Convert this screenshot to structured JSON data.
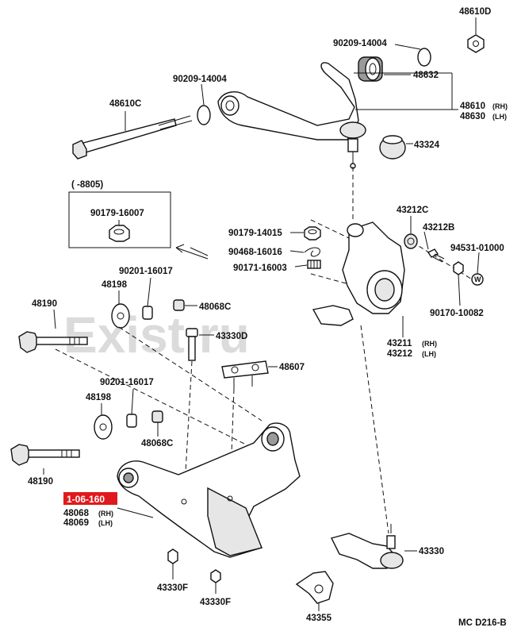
{
  "watermark": "Exist.ru",
  "footer_code": "MC  D216-B",
  "inset": {
    "range": "(     -8805)",
    "part": "90179-16007"
  },
  "badge": "1-06-160",
  "labels": {
    "p48610D": "48610D",
    "p90209a": "90209-14004",
    "p48632": "48632",
    "p48610RH": "48610",
    "p48630LH": "48630",
    "p43324": "43324",
    "p90209b": "90209-14004",
    "p48610C": "48610C",
    "p43212C": "43212C",
    "p43212B": "43212B",
    "p94531": "94531-01000",
    "p90179_14015": "90179-14015",
    "p90468": "90468-16016",
    "p90171": "90171-16003",
    "p90170": "90170-10082",
    "p90201a": "90201-16017",
    "p48198a": "48198",
    "p48190a": "48190",
    "p48068Ca": "48068C",
    "p43330D": "43330D",
    "p43211": "43211",
    "p43212": "43212",
    "p48607": "48607",
    "p90201b": "90201-16017",
    "p48198b": "48198",
    "p48068Cb": "48068C",
    "p48190b": "48190",
    "p48068": "48068",
    "p48069": "48069",
    "p43330": "43330",
    "p43330Fa": "43330F",
    "p43330Fb": "43330F",
    "p43355": "43355"
  },
  "side": {
    "rh": "(RH)",
    "lh": "(LH)"
  }
}
